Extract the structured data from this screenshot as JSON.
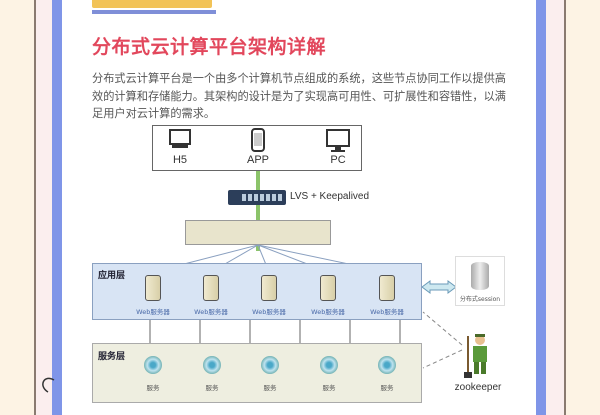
{
  "title": "分布式云计算平台架构详解",
  "description": "分布式云计算平台是一个由多个计算机节点组成的系统，这些节点协同工作以提供高效的计算和存储能力。其架构的设计是为了实现高可用性、可扩展性和容错性，以满足用户对云计算的需求。",
  "clients": [
    {
      "label": "H5",
      "icon": "monitor-icon"
    },
    {
      "label": "APP",
      "icon": "phone-icon"
    },
    {
      "label": "PC",
      "icon": "desktop-icon"
    }
  ],
  "load_balancer": "LVS + Keepalived",
  "app_layer": {
    "label": "应用层",
    "servers": [
      "Web服务器",
      "Web服务器",
      "Web服务器",
      "Web服务器",
      "Web服务器"
    ]
  },
  "session": "分布式session",
  "service_layer": {
    "label": "服务层",
    "services": [
      "服务",
      "服务",
      "服务",
      "服务",
      "服务"
    ]
  },
  "zookeeper": "zookeeper",
  "colors": {
    "title": "#e2475c",
    "border": "#7f95e8",
    "app_layer": "#d8e4f4",
    "service_layer": "#eeeee0"
  }
}
